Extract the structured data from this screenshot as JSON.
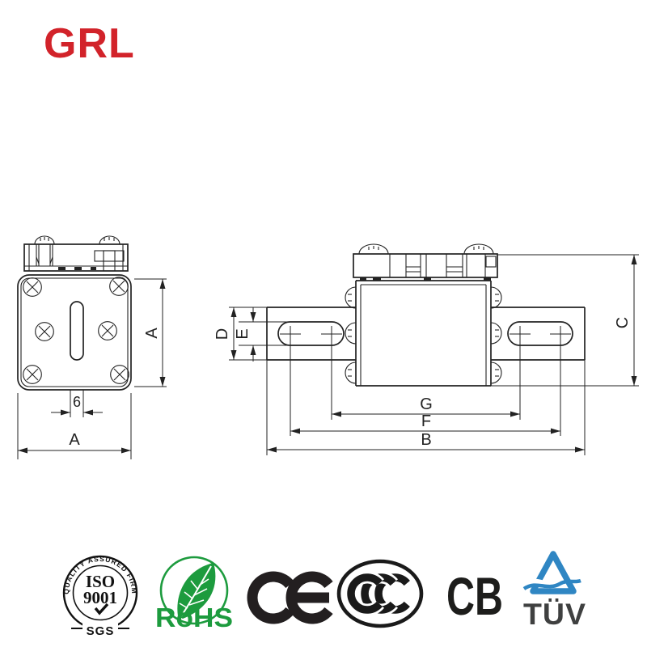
{
  "brand": {
    "logo_text": "GRL",
    "logo_color": "#d2232a"
  },
  "drawing": {
    "ink_color": "#222222",
    "front_view": "fuse-front-view",
    "side_view": "fuse-side-view",
    "dimensions": {
      "front_height": "A",
      "front_width": "A",
      "front_slot_width": "6",
      "side_overall_height": "C",
      "side_tab_width": "D",
      "side_slot_width": "E",
      "side_inner_hole_span": "G",
      "side_outer_hole_span": "F",
      "side_overall_length": "B"
    }
  },
  "certifications": {
    "iso9001": {
      "arc_text": "QUALITY ASSURED FIRM",
      "title": "ISO",
      "number": "9001",
      "agency": "SGS"
    },
    "rohs": {
      "label": "RoHS",
      "color": "#1d9b3e"
    },
    "ce": {
      "label": "CE"
    },
    "ccc": {
      "label": "CCC"
    },
    "cb": {
      "label": "CB"
    },
    "tuv": {
      "label": "TÜV",
      "triangle_color": "#2f86c3"
    }
  }
}
